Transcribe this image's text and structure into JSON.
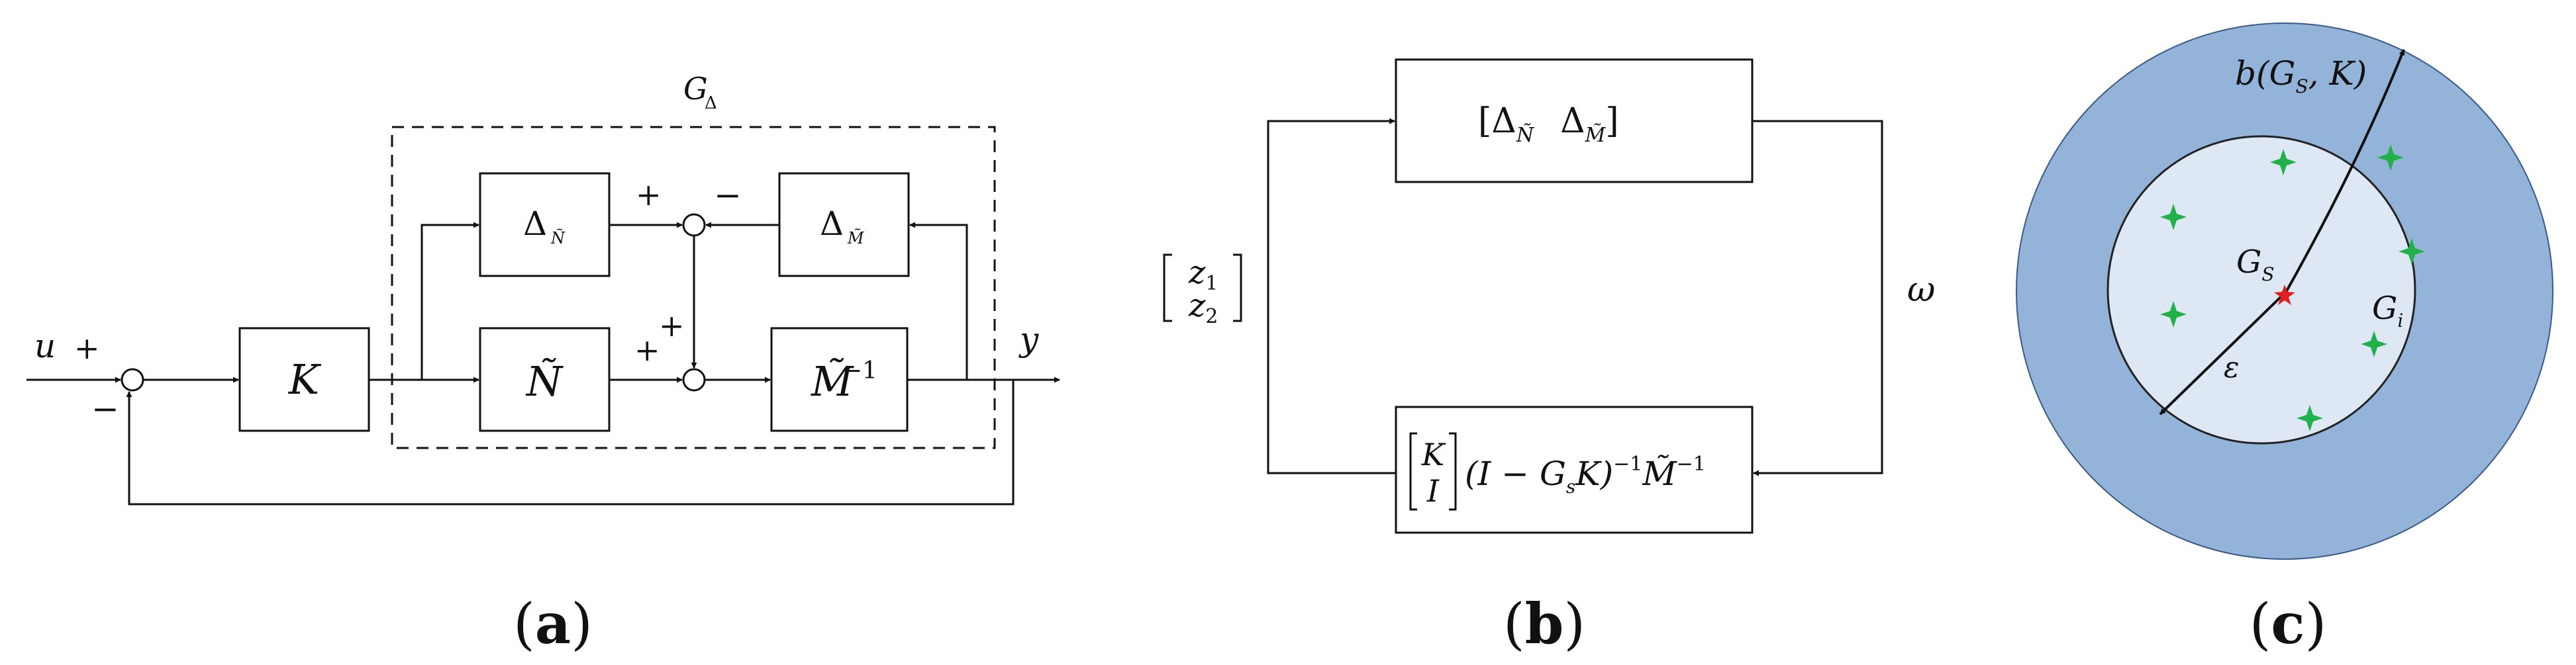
{
  "panel_a": {
    "input_label": "u",
    "input_sign": "+",
    "feedback_sign": "−",
    "controller": "K",
    "dashed_label_main": "G",
    "dashed_label_sub": "Δ",
    "delta_n_main": "Δ",
    "delta_n_sub": "Ñ",
    "delta_m_main": "Δ",
    "delta_m_sub": "M̃",
    "n_block": "Ñ",
    "m_inv_main": "M̃",
    "m_inv_sup": "−1",
    "sum1_plus": "+",
    "sum1_minus": "−",
    "sum2_plus_top": "+",
    "sum2_plus_left": "+",
    "output_label": "y",
    "caption_paren_open": "(",
    "caption_letter": "a",
    "caption_paren_close": ")"
  },
  "panel_b": {
    "top_block_text": "[Δ",
    "top_block_sub1": "Ñ",
    "top_block_mid": "Δ",
    "top_block_sub2": "M̃",
    "top_block_close": "]",
    "bottom_K": "K",
    "bottom_I": "I",
    "bottom_expr_a": "(I − G",
    "bottom_expr_sub": "s",
    "bottom_expr_b": "K)",
    "bottom_expr_sup": "−1",
    "bottom_expr_c": "M̃",
    "bottom_expr_sup2": "−1",
    "z1": "z",
    "z1_sub": "1",
    "z2": "z",
    "z2_sub": "2",
    "omega": "ω",
    "caption_paren_open": "(",
    "caption_letter": "b",
    "caption_paren_close": ")"
  },
  "panel_c": {
    "b_label": "b(G",
    "b_label_sub": "S",
    "b_label_end": ", K)",
    "gs_label": "G",
    "gs_sub": "S",
    "gi_label": "G",
    "gi_sub": "i",
    "epsilon": "ε",
    "outer_color": "#94b3d8",
    "inner_color": "#dde8f4",
    "star_color": "#22b04b",
    "center_color": "#e02020",
    "caption_paren_open": "(",
    "caption_letter": "c",
    "caption_paren_close": ")"
  }
}
